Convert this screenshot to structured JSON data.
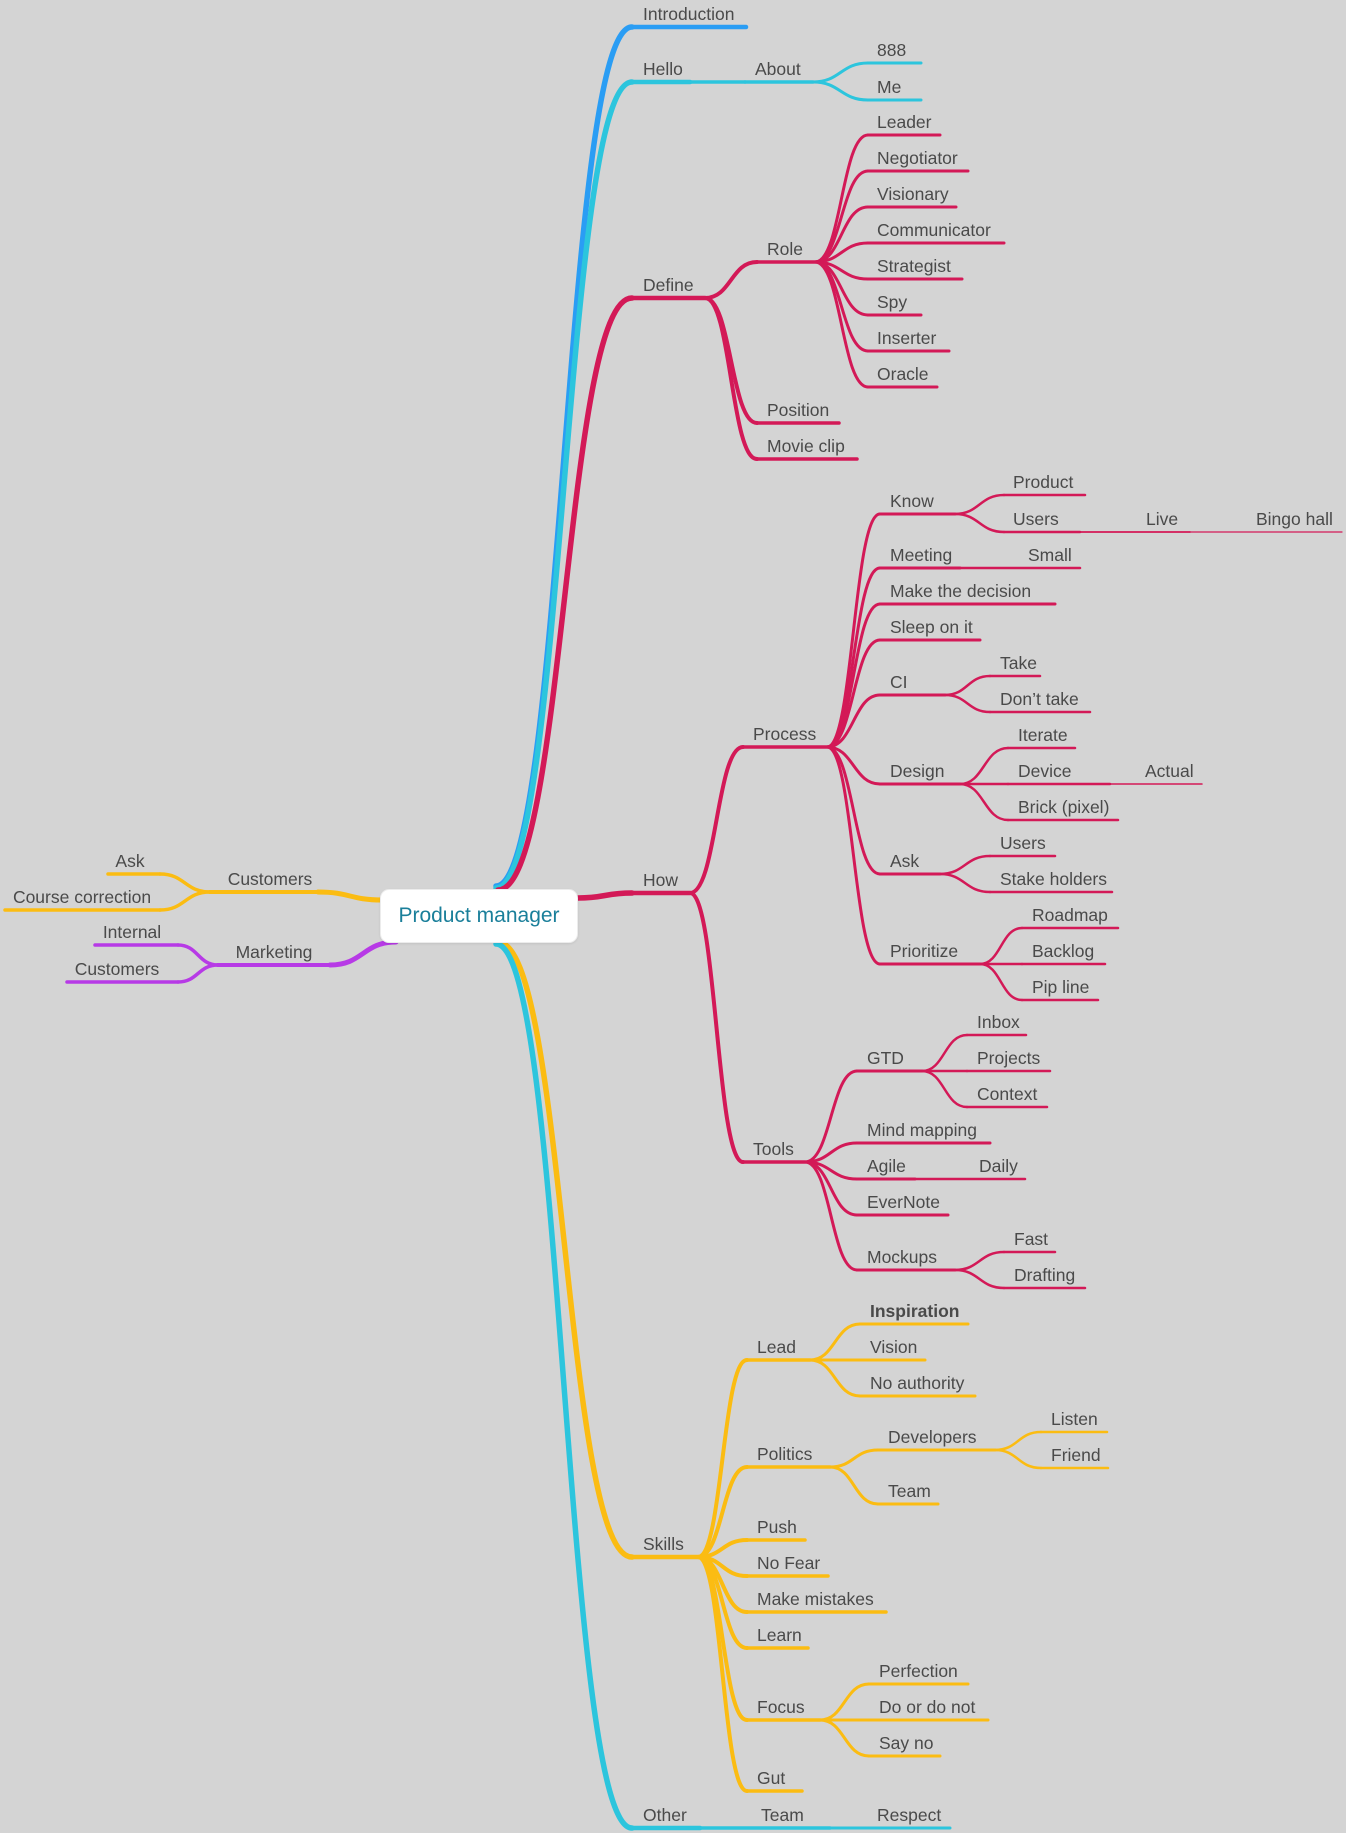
{
  "central": {
    "label": "Product manager"
  },
  "colors": {
    "blue": "#2a9df4",
    "cyan": "#2cc5dd",
    "crimson": "#d31957",
    "amber": "#fbbc12",
    "purple": "#b73ae6",
    "central_text": "#1a7f9a",
    "label_text": "#4a4a4a"
  },
  "nodes": {
    "introduction": "Introduction",
    "hello": "Hello",
    "about": "About",
    "about_888": "888",
    "about_me": "Me",
    "define": "Define",
    "role": "Role",
    "leader": "Leader",
    "negotiator": "Negotiator",
    "visionary": "Visionary",
    "communicator": "Communicator",
    "strategist": "Strategist",
    "spy": "Spy",
    "inserter": "Inserter",
    "oracle": "Oracle",
    "position": "Position",
    "movie_clip": "Movie clip",
    "how": "How",
    "process": "Process",
    "know": "Know",
    "know_product": "Product",
    "know_users": "Users",
    "live": "Live",
    "bingo_hall": "Bingo hall",
    "meeting": "Meeting",
    "small": "Small",
    "make_decision": "Make the decision",
    "sleep_on_it": "Sleep on it",
    "ci": "CI",
    "take": "Take",
    "dont_take": "Don’t take",
    "design": "Design",
    "iterate": "Iterate",
    "device": "Device",
    "actual": "Actual",
    "brick_pixel": "Brick (pixel)",
    "ask_process": "Ask",
    "ask_users": "Users",
    "stake_holders": "Stake holders",
    "prioritize": "Prioritize",
    "roadmap": "Roadmap",
    "backlog": "Backlog",
    "pip_line": "Pip line",
    "tools": "Tools",
    "gtd": "GTD",
    "inbox": "Inbox",
    "projects": "Projects",
    "context": "Context",
    "mind_mapping": "Mind mapping",
    "agile": "Agile",
    "daily": "Daily",
    "evernote": "EverNote",
    "mockups": "Mockups",
    "fast": "Fast",
    "drafting": "Drafting",
    "skills": "Skills",
    "lead": "Lead",
    "inspiration": "Inspiration",
    "vision": "Vision",
    "no_authority": "No authority",
    "politics": "Politics",
    "developers": "Developers",
    "listen": "Listen",
    "friend": "Friend",
    "team_politics": "Team",
    "push": "Push",
    "no_fear": "No Fear",
    "make_mistakes": "Make mistakes",
    "learn": "Learn",
    "focus": "Focus",
    "perfection": "Perfection",
    "do_or_do_not": "Do or do not",
    "say_no": "Say no",
    "gut": "Gut",
    "other": "Other",
    "team_other": "Team",
    "respect": "Respect",
    "customers": "Customers",
    "ask_customers": "Ask",
    "course_correction": "Course correction",
    "marketing": "Marketing",
    "internal": "Internal",
    "marketing_customers": "Customers"
  }
}
